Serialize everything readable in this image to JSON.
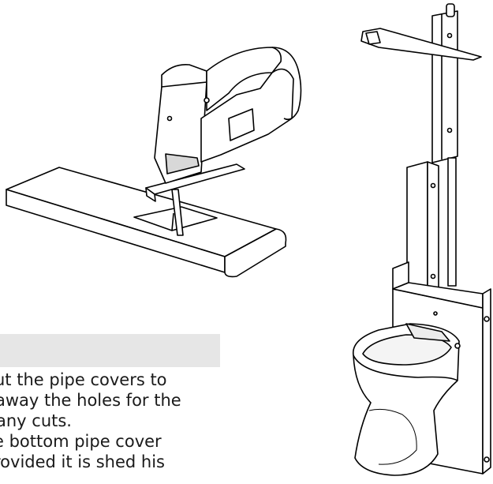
{
  "instructions": {
    "lines": [
      "ut the pipe covers to",
      " away the holes for the",
      "any cuts.",
      "e bottom pipe cover",
      "rovided it is shed his"
    ]
  },
  "colors": {
    "header_bar": "#e6e6e6",
    "text": "#1a1a1a",
    "line_art": "#000000"
  },
  "icons": [
    "jigsaw-cutting-pipe-cover-illustration",
    "handsaw-cutting-pipe-illustration",
    "pipe-cover-installation-illustration",
    "toilet-illustration"
  ]
}
